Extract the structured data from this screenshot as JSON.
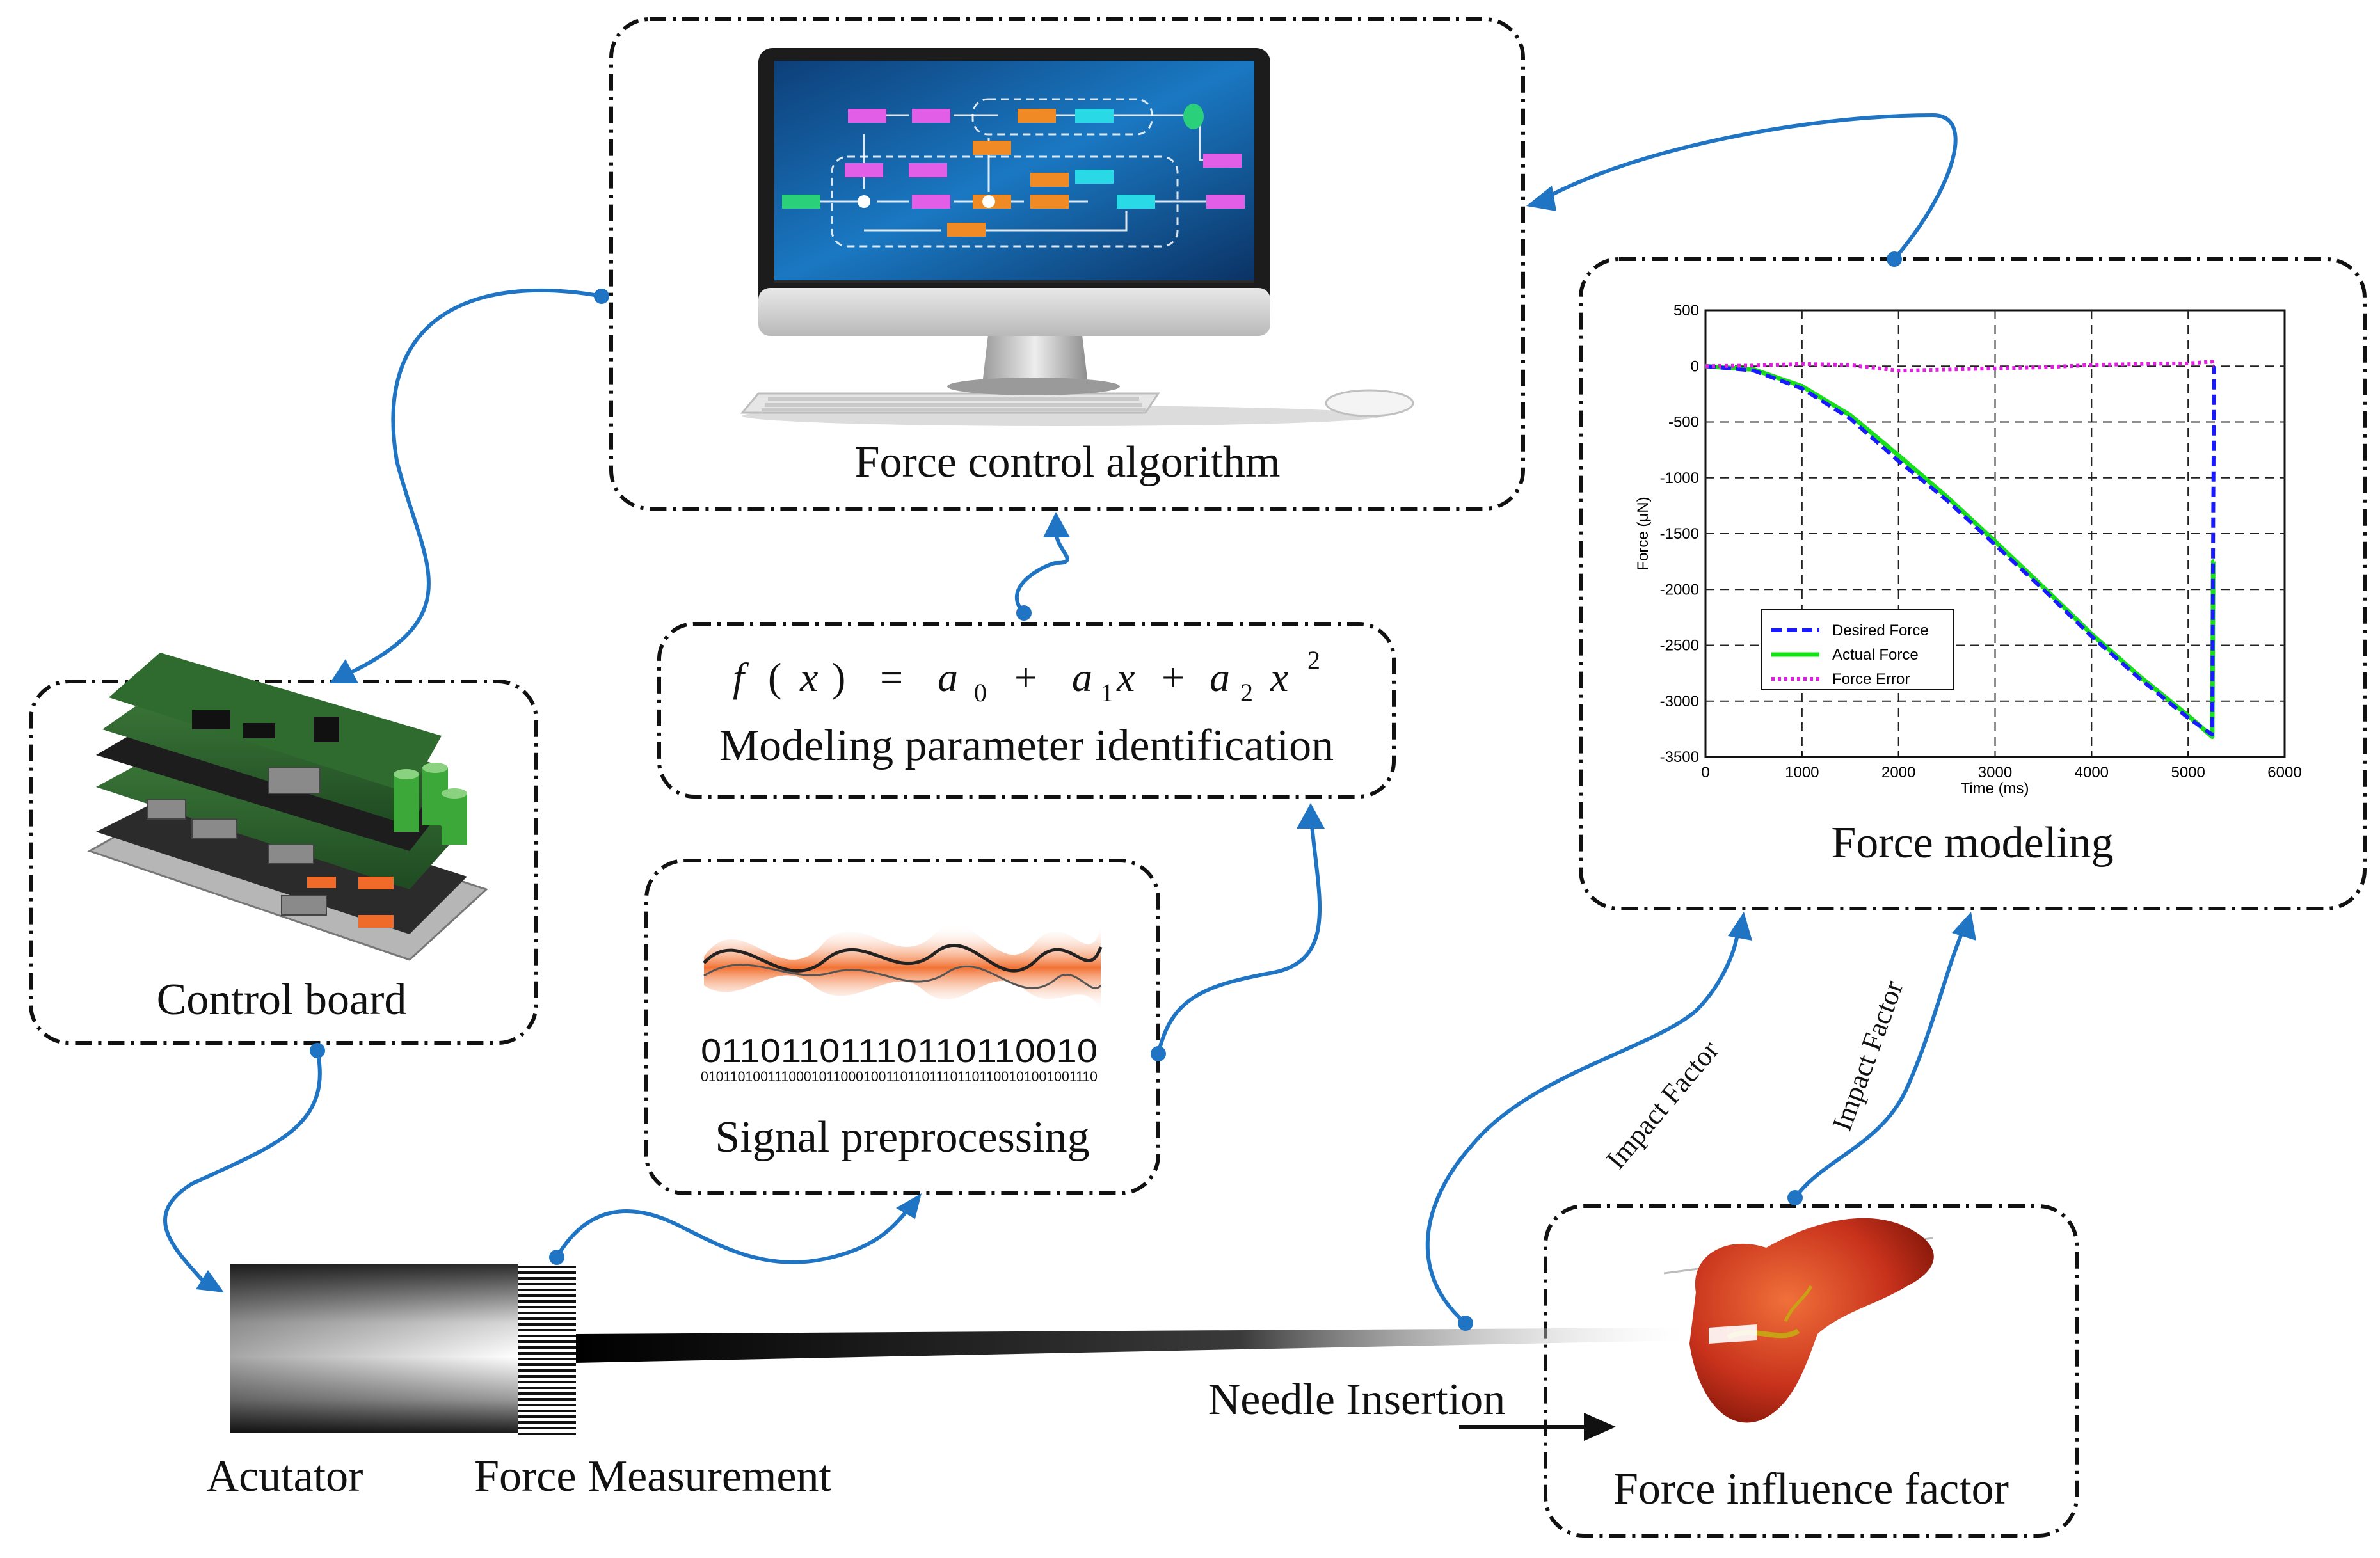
{
  "boxes": {
    "force_control": {
      "label": "Force control algorithm"
    },
    "control_board": {
      "label": "Control board"
    },
    "modeling": {
      "equation": {
        "f": "f",
        "x": "x",
        "lp": "(",
        "rp": ")",
        "eq": "=",
        "a0": "a",
        "sub0": "0",
        "plus1": "+",
        "a1": "a",
        "sub1": "1",
        "x1": "x",
        "plus2": "+",
        "a2": "a",
        "sub2": "2",
        "x2": "x",
        "sup2": "2"
      },
      "label": "Modeling parameter identification"
    },
    "signal": {
      "label": "Signal preprocessing",
      "binary_line1": "01101101110110110010",
      "binary_line2": "010110100111000101100010011011011101101100101001001110"
    },
    "force_modeling": {
      "label": "Force modeling"
    },
    "influence": {
      "label": "Force influence factor"
    }
  },
  "annotations": {
    "actuator": "Acutator",
    "force_measurement": "Force Measurement",
    "needle_insertion": "Needle Insertion",
    "impact_factor_1": "Impact Factor",
    "impact_factor_2": "Impact Factor"
  },
  "colors": {
    "connector": "#1f75c4",
    "screen": "#1565a8",
    "liver": "#c8321c",
    "desired": "#1a1aff",
    "actual": "#18e018",
    "error": "#e020e0"
  },
  "chart_data": {
    "type": "line",
    "xlabel": "Time (ms)",
    "ylabel": "Force (μN)",
    "xlim": [
      0,
      6000
    ],
    "ylim": [
      -3500,
      500
    ],
    "xticks": [
      0,
      1000,
      2000,
      3000,
      4000,
      5000,
      6000
    ],
    "yticks": [
      500,
      0,
      -500,
      -1000,
      -1500,
      -2000,
      -2500,
      -3000,
      -3500
    ],
    "grid": true,
    "legend_position": "lower-left",
    "series": [
      {
        "name": "Desired Force",
        "style": "dashed",
        "color": "#1a1aff",
        "x": [
          0,
          500,
          1000,
          1500,
          2000,
          2500,
          3000,
          3500,
          4000,
          4500,
          5000,
          5250,
          5260,
          5270
        ],
        "y": [
          0,
          -40,
          -200,
          -470,
          -850,
          -1200,
          -1600,
          -2000,
          -2420,
          -2800,
          -3150,
          -3300,
          -1300,
          0
        ]
      },
      {
        "name": "Actual Force",
        "style": "solid",
        "color": "#18e018",
        "x": [
          0,
          500,
          1000,
          1500,
          2000,
          2500,
          3000,
          3500,
          4000,
          4500,
          5000,
          5250,
          5260,
          5270
        ],
        "y": [
          0,
          -30,
          -180,
          -440,
          -800,
          -1170,
          -1570,
          -1980,
          -2400,
          -2780,
          -3130,
          -3320,
          -1750,
          -1750
        ]
      },
      {
        "name": "Force Error",
        "style": "dotted",
        "color": "#e020e0",
        "x": [
          0,
          500,
          1000,
          1500,
          2000,
          2500,
          3000,
          3500,
          4000,
          4500,
          5000,
          5250,
          5260,
          5270
        ],
        "y": [
          0,
          5,
          20,
          10,
          -40,
          -30,
          -20,
          -10,
          10,
          20,
          25,
          40,
          0,
          0
        ]
      }
    ]
  }
}
